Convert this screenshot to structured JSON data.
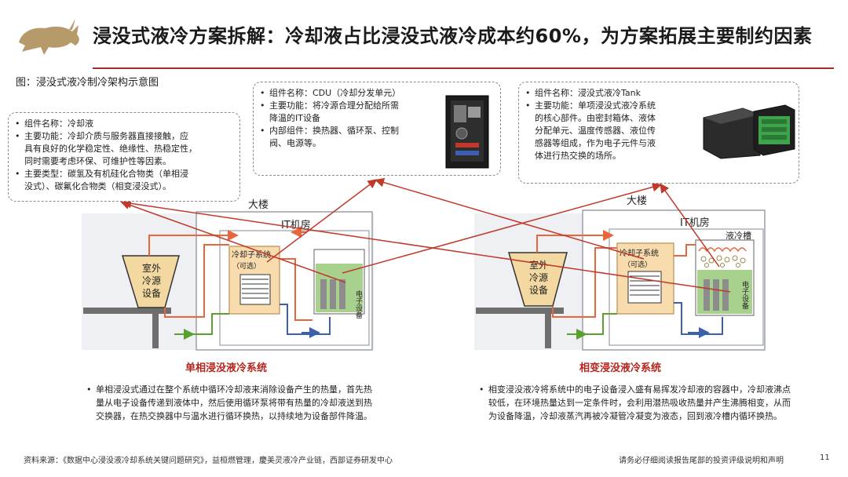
{
  "header": {
    "title": "浸没式液冷方案拆解：冷却液占比浸没式液冷成本约60%，为方案拓展主要制约因素"
  },
  "figure": {
    "caption": "图：浸没式液冷制冷架构示意图"
  },
  "callouts": {
    "coolant": {
      "name": "组件名称：冷却液",
      "func_line1": "主要功能：冷却介质与服务器直接接触，应",
      "func_line2": "具有良好的化学稳定性、绝缘性、热稳定性，",
      "func_line3": "同时需要考虑环保、可维护性等因素。",
      "type_line1": "主要类型：碳氢及有机硅化合物类（单相浸",
      "type_line2": "没式）、碳氟化合物类（相变浸没式）。"
    },
    "cdu": {
      "name": "组件名称：CDU（冷却分发单元）",
      "func_line1": "主要功能：将冷源合理分配给所需",
      "func_line2": "降温的IT设备",
      "parts_line1": "内部组件：换热器、循环泵、控制",
      "parts_line2": "阀、电源等。"
    },
    "tank": {
      "name": "组件名称：浸没式液冷Tank",
      "func_line1": "主要功能：单项浸没式液冷系统",
      "func_line2": "的核心部件。由密封箱体、液体",
      "func_line3": "分配单元、温度传感器、液位传",
      "func_line4": "感器等组成，作为电子元件与液",
      "func_line5": "体进行热交换的场所。"
    }
  },
  "systems": {
    "single": {
      "building": "大楼",
      "room": "IT机房",
      "outdoor_l1": "室外",
      "outdoor_l2": "冷源",
      "outdoor_l3": "设备",
      "cooling_l1": "冷却子系统",
      "cooling_l2": "（可选）",
      "device": "电子设备",
      "caption": "单相浸没液冷系统",
      "desc": "单相浸没式通过在整个系统中循环冷却液来消除设备产生的热量，首先热量从电子设备传递到液体中，然后使用循环泵将带有热量的冷却液送到热交换器，在热交换器中与温水进行循环换热，以持续地为设备部件降温。"
    },
    "phase": {
      "building": "大楼",
      "room": "IT机房",
      "tank_label": "液冷槽",
      "outdoor_l1": "室外",
      "outdoor_l2": "冷源",
      "outdoor_l3": "设备",
      "cooling_l1": "冷却子系统",
      "cooling_l2": "（可选）",
      "device": "电子设备",
      "caption": "相变浸没液冷系统",
      "desc": "相变浸没液冷将系统中的电子设备浸入盛有易挥发冷却液的容器中，冷却液沸点较低，在环境热量达到一定条件时，会利用潜热吸收热量并产生沸腾相变，从而为设备降温，冷却液蒸汽再被冷凝管冷凝变为液态，回到液冷槽内循环换热。"
    }
  },
  "footer": {
    "source": "资料来源：《数据中心浸没液冷却系统关键问题研究》，益桓燃管理，慶美灵液冷产业链，西部证券研发中心",
    "disclaimer": "请务必仔细阅读报告尾部的投资评级说明和声明",
    "page": "11"
  },
  "colors": {
    "accent": "#a52a2a",
    "hot_pipe": "#e8663c",
    "cool_pipe": "#3d5fae",
    "green_arrow": "#5aa02c",
    "tower_fill": "#f3d9a1",
    "cooling_fill": "#f8dcae",
    "device_fill": "#a9d18e",
    "pointer_arrow": "#c0392b"
  }
}
